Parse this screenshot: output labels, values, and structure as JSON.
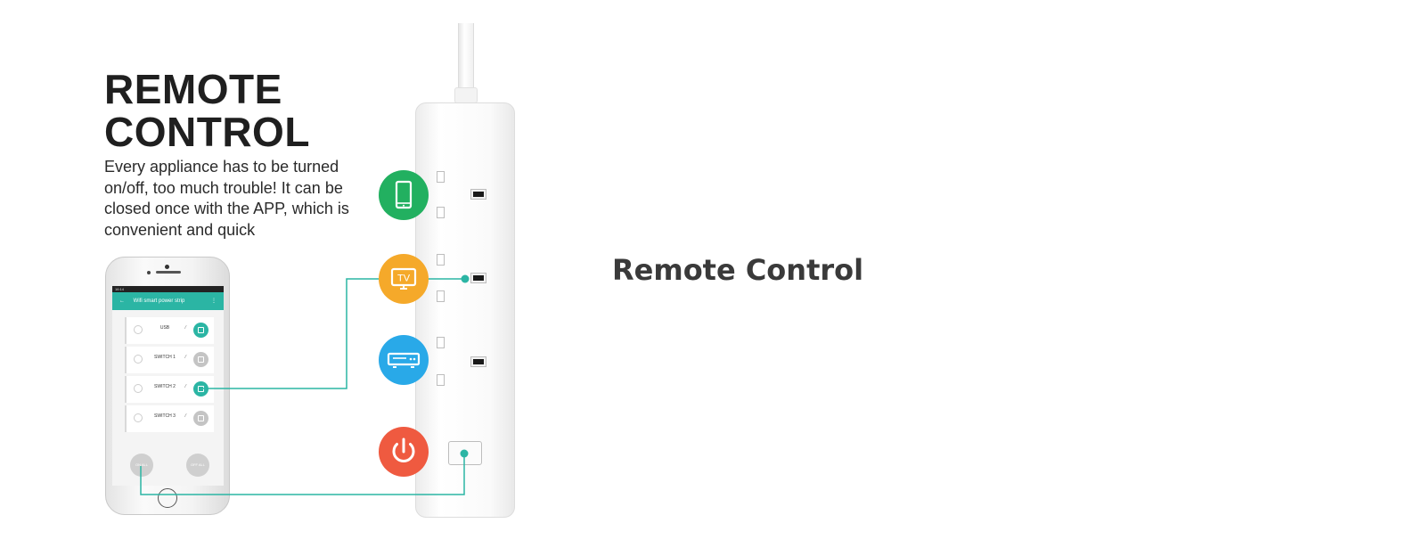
{
  "headline": "REMOTE CONTROL",
  "description": "Every appliance has to be turned on/off, too much trouble! It can be closed once with the APP, which is convenient and quick",
  "side_title": "Remote Control",
  "app": {
    "status": "16:14",
    "title": "Wifi smart power strip",
    "switches": [
      {
        "name": "USB",
        "on": true
      },
      {
        "name": "SWITCH 1",
        "on": false
      },
      {
        "name": "SWITCH 2",
        "on": true
      },
      {
        "name": "SWITCH 3",
        "on": false
      }
    ],
    "all_on_label": "ON ALL",
    "all_off_label": "OFF ALL"
  },
  "icons": [
    "phone-icon",
    "tv-icon",
    "set-top-box-icon",
    "power-icon"
  ],
  "tv_label": "TV",
  "colors": {
    "accent": "#2bb5a4",
    "green": "#22b060",
    "orange": "#f5a92a",
    "blue": "#29a9e8",
    "red": "#ef5a40"
  }
}
